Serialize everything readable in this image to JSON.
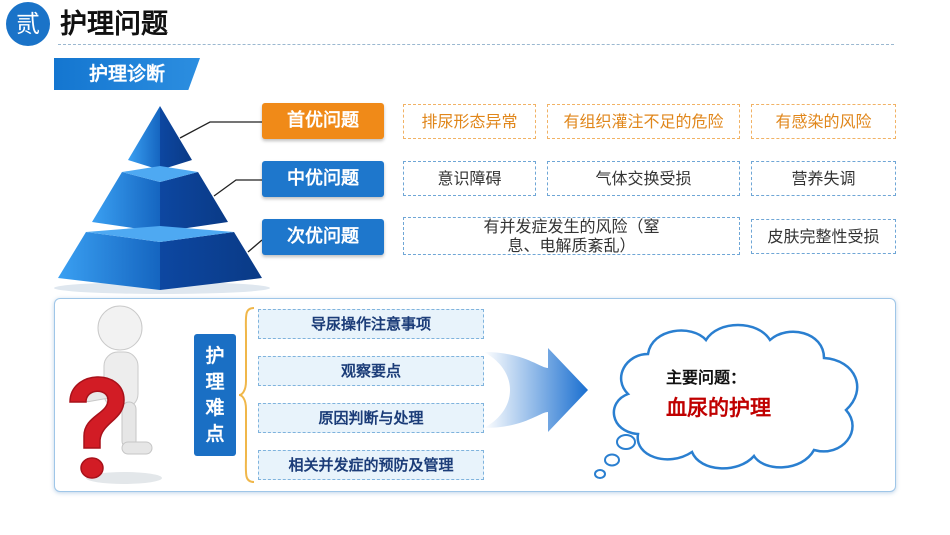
{
  "header": {
    "badge": "贰",
    "title": "护理问题"
  },
  "section_tag": "护理诊断",
  "priorities": [
    {
      "label": "首优问题",
      "color": "#f08a18",
      "problems": [
        "排尿形态异常",
        "有组织灌注不足的危险",
        "有感染的风险"
      ]
    },
    {
      "label": "中优问题",
      "color": "#1e77cc",
      "problems": [
        "意识障碍",
        "气体交换受损",
        "营养失调"
      ]
    },
    {
      "label": "次优问题",
      "color": "#1e77cc",
      "problems": [
        "有并发症发生的风险（窒息、电解质紊乱）",
        "皮肤完整性受损"
      ]
    }
  ],
  "difficulties": {
    "label_chars": [
      "护",
      "理",
      "难",
      "点"
    ],
    "items": [
      "导尿操作注意事项",
      "观察要点",
      "原因判断与处理",
      "相关并发症的预防及管理"
    ]
  },
  "main_problem": {
    "caption": "主要问题：",
    "value": "血尿的护理",
    "value_color": "#c00000"
  }
}
